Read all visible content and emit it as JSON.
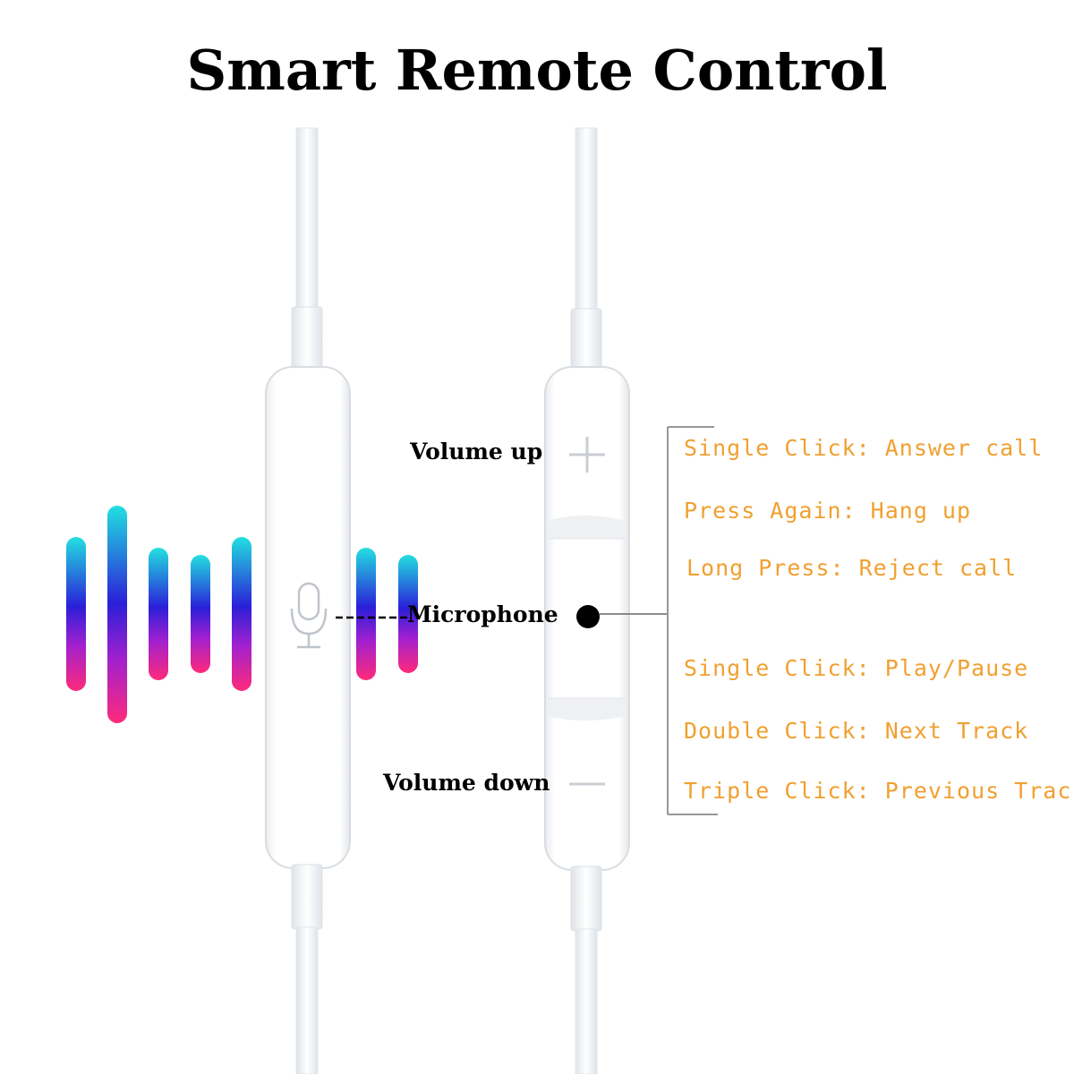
{
  "title": "Smart Remote Control",
  "labels": {
    "volume_up": "Volume up",
    "microphone": "Microphone",
    "volume_down": "Volume down"
  },
  "functions": {
    "call": [
      "Single Click: Answer call",
      "Press Again: Hang up",
      "Long Press: Reject call"
    ],
    "music": [
      "Single Click: Play/Pause",
      "Double Click: Next Track",
      "Triple Click: Previous Track"
    ]
  },
  "icons": {
    "plus": "plus-icon",
    "minus": "minus-icon",
    "microphone": "microphone-icon",
    "center_button": "center-button-dot"
  },
  "colors": {
    "function_text": "#f0a030",
    "wave_top": "#22e0e0",
    "wave_middle": "#2a1fd8",
    "wave_bottom": "#ff2a7a"
  }
}
